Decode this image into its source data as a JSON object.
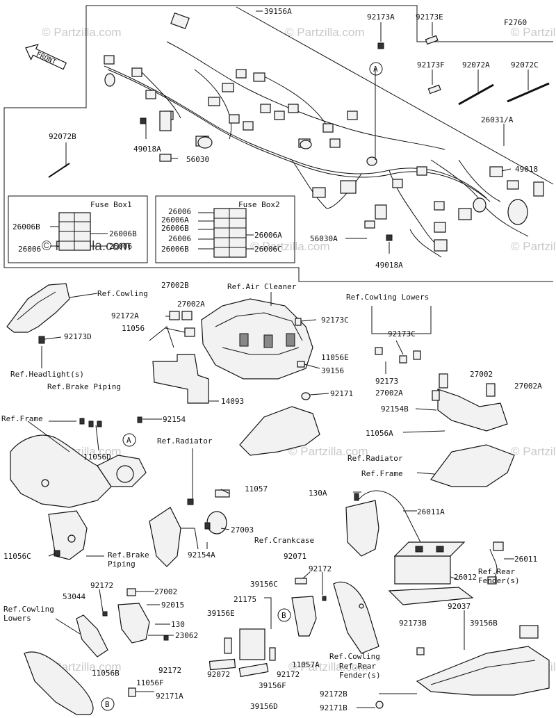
{
  "figure_code": "F2760",
  "front_label": "FRONT",
  "watermark_text": "© Partzilla.com",
  "callout_letters": {
    "a1": "A",
    "a2": "A",
    "b1": "B",
    "b2": "B"
  },
  "fuse_box_1": {
    "title": "Fuse Box1",
    "labels": [
      "26006B",
      "26006B",
      "26006",
      "26006"
    ]
  },
  "fuse_box_2": {
    "title": "Fuse Box2",
    "labels": [
      "26006",
      "26006A",
      "26006B",
      "26006",
      "26006B",
      "26006A",
      "26006C"
    ]
  },
  "labels": {
    "p39156a": "39156A",
    "p92173a": "92173A",
    "p92173e": "92173E",
    "p92173f": "92173F",
    "p92072a": "92072A",
    "p92072c": "92072C",
    "p26031a": "26031/A",
    "p92072b": "92072B",
    "p49018a_top": "49018A",
    "p56030": "56030",
    "p49018": "49018",
    "p56030a": "56030A",
    "p49018a_mid": "49018A",
    "ref_cowling": "Ref.Cowling",
    "p27002b": "27002B",
    "ref_air_cleaner": "Ref.Air Cleaner",
    "ref_cowling_lowers_top": "Ref.Cowling Lowers",
    "p27002a_1": "27002A",
    "p92172a": "92172A",
    "p11056": "11056",
    "p92173c_1": "92173C",
    "p92173d": "92173D",
    "p92173c_2": "92173C",
    "p11056e": "11056E",
    "p39156": "39156",
    "p92173": "92173",
    "p27002_1": "27002",
    "p27002a_2": "27002A",
    "p27002a_3": "27002A",
    "ref_headlights": "Ref.Headlight(s)",
    "ref_brake_piping_top": "Ref.Brake Piping",
    "p14093": "14093",
    "p92171": "92171",
    "p92154b": "92154B",
    "ref_frame_left": "Ref.Frame",
    "p92154": "92154",
    "p11056a": "11056A",
    "ref_radiator_top": "Ref.Radiator",
    "p11056d": "11056D",
    "ref_radiator_mid": "Ref.Radiator",
    "ref_frame_right": "Ref.Frame",
    "p11057": "11057",
    "p130a": "130A",
    "p26011a": "26011A",
    "p27003": "27003",
    "ref_crankcase": "Ref.Crankcase",
    "p11056c": "11056C",
    "ref_brake_piping_bottom": "Ref.Brake\nPiping",
    "p92154a": "92154A",
    "p92071": "92071",
    "p92172_top": "92172",
    "p26011": "26011",
    "p39156c": "39156C",
    "p26012": "26012",
    "p92172_left": "92172",
    "p27002_2": "27002",
    "p53044": "53044",
    "p92015": "92015",
    "ref_cowling_lowers_left": "Ref.Cowling\nLowers",
    "p21175": "21175",
    "ref_rear_fenders_right": "Ref.Rear\nFender(s)",
    "p130": "130",
    "p39156e": "39156E",
    "p92037": "92037",
    "p23062": "23062",
    "p92173b": "92173B",
    "p39156b": "39156B",
    "p11056b": "11056B",
    "p92172_mid": "92172",
    "p11057a": "11057A",
    "p92172_bot": "92172",
    "ref_cowling_bottom": "Ref.Cowling",
    "ref_rear_fenders_bottom": "Ref.Rear\nFender(s)",
    "p11056f": "11056F",
    "p92072": "92072",
    "p39156f": "39156F",
    "p92171a": "92171A",
    "p39156d": "39156D",
    "p92172b": "92172B",
    "p92171b": "92171B"
  }
}
